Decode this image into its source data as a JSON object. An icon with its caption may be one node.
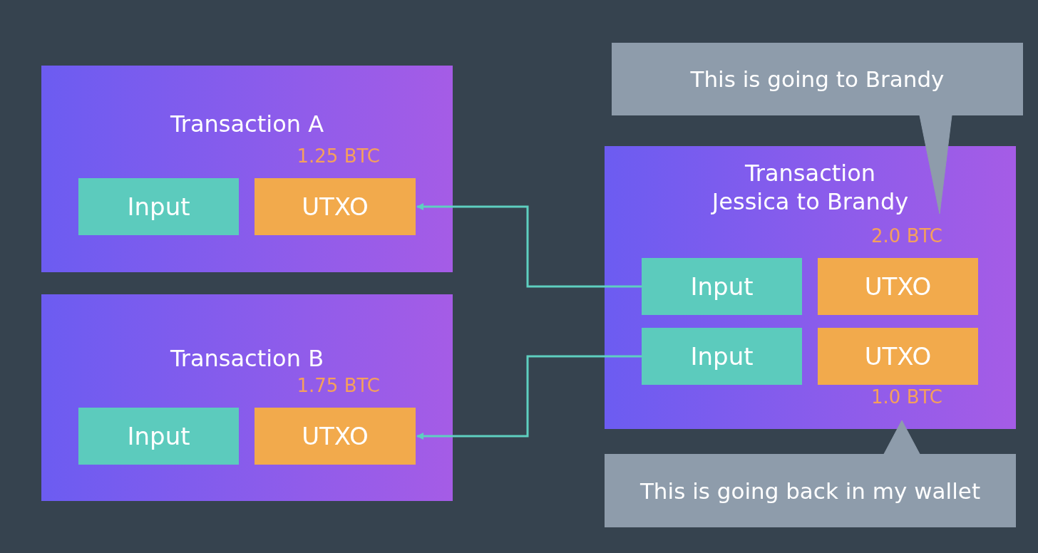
{
  "diagram": {
    "nodes": [
      {
        "text": [
          "Transaction A"
        ]
      },
      {
        "text": [
          "Input"
        ],
        "in": 0
      },
      {
        "text": [
          "UTXO"
        ],
        "in": 0,
        "beside": [
          "1.25 BTC"
        ]
      },
      {
        "text": [
          "Transaction B"
        ]
      },
      {
        "text": [
          "Input"
        ],
        "in": 3
      },
      {
        "text": [
          "UTXO"
        ],
        "in": 3,
        "beside": [
          "1.75 BTC"
        ]
      },
      {
        "text": [
          "This is going to Brandy"
        ]
      },
      {
        "text": [
          "Transaction Jessica to Brandy"
        ]
      },
      {
        "text": [
          "Input"
        ],
        "in": 7
      },
      {
        "text": [
          "UTXO"
        ],
        "in": 7,
        "beside": [
          "2.0 BTC"
        ]
      },
      {
        "text": [
          "Input"
        ],
        "in": 7
      },
      {
        "text": [
          "UTXO"
        ],
        "in": 7,
        "beside": [
          "1.0 BTC"
        ]
      },
      {
        "text": [
          "This is going back in my wallet"
        ]
      }
    ],
    "edges": [
      {
        "from": 8,
        "to": 2,
        "arrow": "to"
      },
      {
        "from": 10,
        "to": 5,
        "arrow": "to"
      },
      {
        "from": 6,
        "to": 9,
        "arrow": "to",
        "style": "thick",
        "color": "#8e9cab"
      },
      {
        "from": 12,
        "to": 11,
        "arrow": "to",
        "style": "thick",
        "color": "#8e9cab"
      }
    ]
  }
}
